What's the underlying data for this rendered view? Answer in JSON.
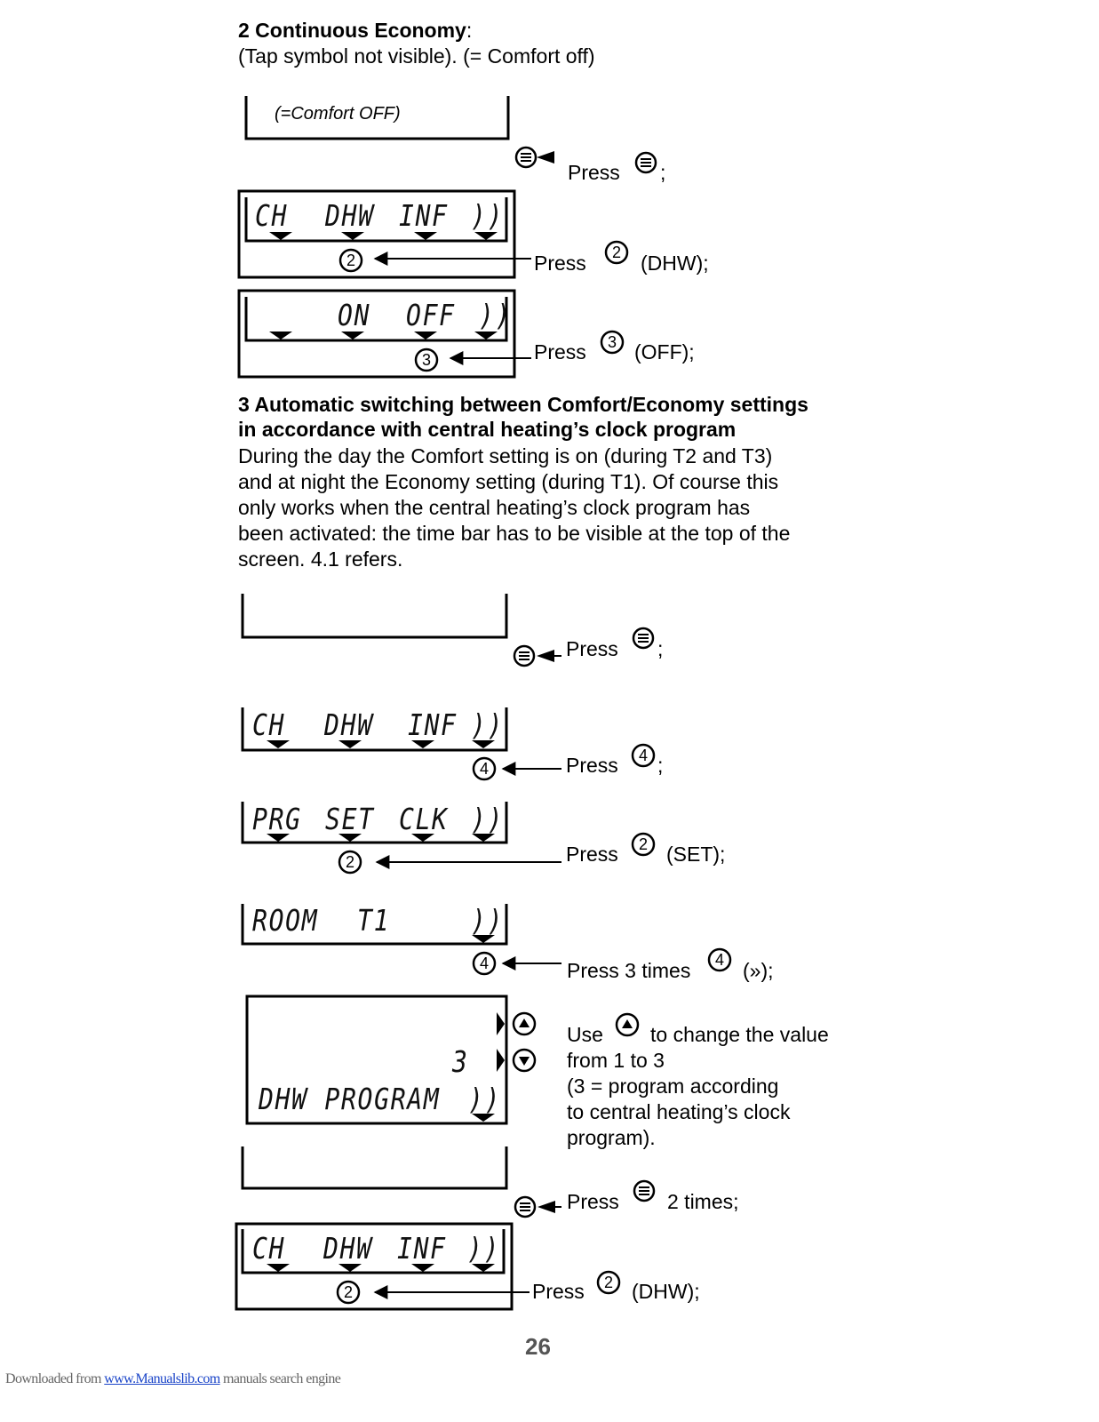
{
  "section2": {
    "heading": "2 Continuous Economy",
    "heading_colon": ":",
    "subtitle": "(Tap symbol not visible). (= Comfort off)",
    "display_note": "(=Comfort OFF)",
    "steps": [
      {
        "press": "Press",
        "after": ";",
        "circle": ""
      },
      {
        "press": "Press",
        "after": "(DHW);",
        "circle": "2"
      },
      {
        "press": "Press",
        "after": "(OFF);",
        "circle": "3"
      }
    ]
  },
  "section3": {
    "heading_line1": "3 Automatic switching between Comfort/Economy settings",
    "heading_line2": "in accordance with central heating’s clock program",
    "body_lines": [
      "During the day the Comfort setting is on (during T2 and T3)",
      "and at night the Economy setting (during T1). Of course this",
      "only works when the central heating’s clock program has",
      "been activated: the time bar has to be visible at the top of the",
      "screen. 4.1 refers."
    ],
    "steps": [
      {
        "press": "Press",
        "after": ";"
      },
      {
        "press": "Press",
        "after": ";",
        "circle": "4"
      },
      {
        "press": "Press",
        "after": "(SET);",
        "circle": "2"
      },
      {
        "press": "Press 3 times",
        "after": "(»);",
        "circle": "4"
      },
      {
        "press": "Press",
        "after": "2 times;"
      },
      {
        "press": "Press",
        "after": "(DHW);",
        "circle": "2"
      }
    ],
    "use_text": {
      "line1_a": "Use",
      "line1_b": "to change the value",
      "line2": "from 1 to 3",
      "line3": "(3 = program according",
      "line4": "to central heating’s clock",
      "line5": "program)."
    }
  },
  "lcd": {
    "menu1": [
      "CH",
      "DHW",
      "INF",
      "))"
    ],
    "menu_onoff": [
      "ON",
      "OFF",
      "))"
    ],
    "menu_prg": [
      "PRG",
      "SET",
      "CLK",
      "))"
    ],
    "menu_room": [
      "ROOM",
      "T1",
      "))"
    ],
    "value": "3",
    "dhw_program": "DHW PROGRAM",
    "dhw_more": "))"
  },
  "circle_labels": {
    "c2": "2",
    "c3": "3",
    "c4": "4"
  },
  "page_number": "26",
  "footer": {
    "prefix": "Downloaded from ",
    "link": "www.Manualslib.com",
    "suffix": " manuals search engine"
  }
}
